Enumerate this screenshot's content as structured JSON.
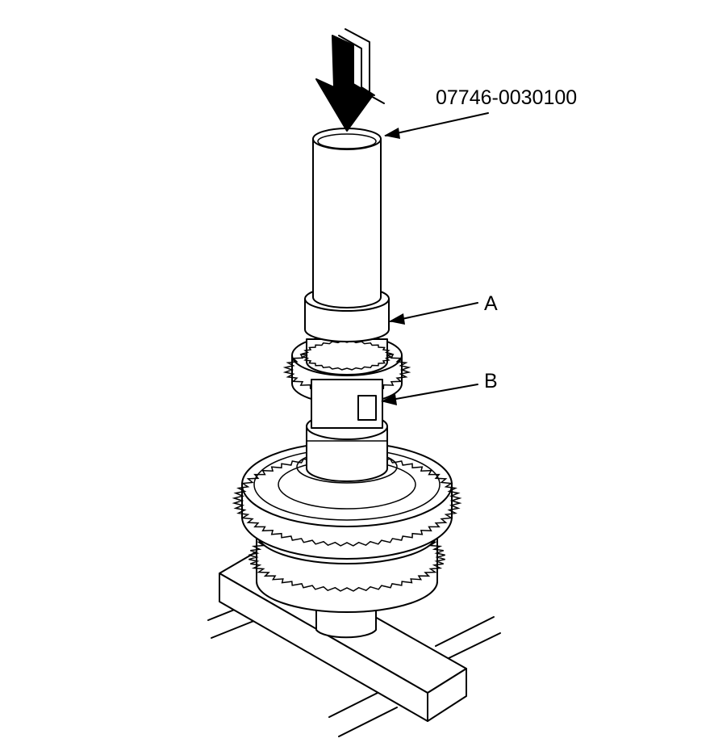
{
  "diagram": {
    "labels": {
      "tool": "07746-0030100",
      "a": "A",
      "b": "B"
    },
    "colors": {
      "line": "#000000",
      "background": "#ffffff"
    }
  }
}
